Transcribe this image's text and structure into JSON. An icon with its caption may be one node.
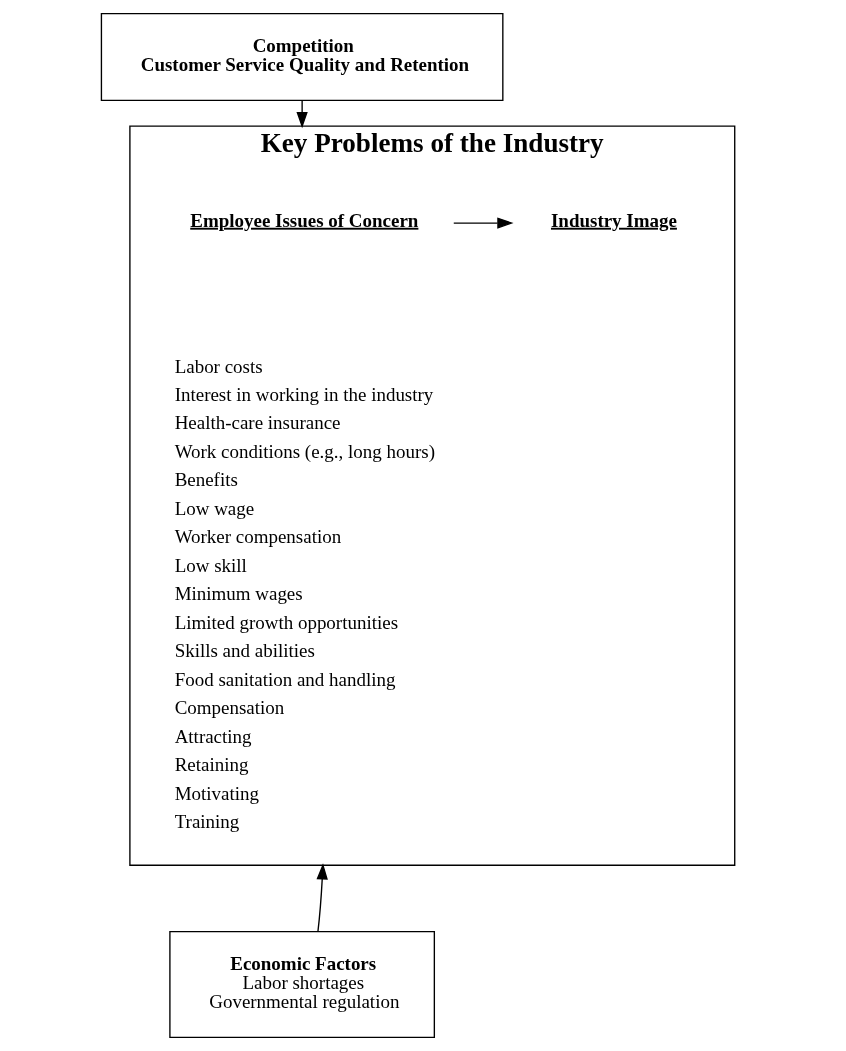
{
  "diagram": {
    "nodes": [
      {
        "text": [
          "Competition",
          "Customer Service Quality and Retention"
        ]
      },
      {
        "text": [
          "Key Problems of the Industry",
          "Labor costs",
          "Interest in working in the industry",
          "Health-care insurance",
          "Work conditions (e.g., long hours)",
          "Benefits",
          "Low wage",
          "Worker compensation",
          "Low skill",
          "Minimum wages",
          "Limited growth opportunities",
          "Skills and abilities",
          "Food sanitation and handling",
          "Compensation",
          "Attracting",
          "Retaining",
          "Motivating",
          "Training"
        ]
      },
      {
        "text": [
          "Employee Issues of Concern"
        ],
        "in": 1
      },
      {
        "text": [
          "Industry Image"
        ],
        "in": 1
      },
      {
        "text": [
          "Economic Factors",
          "Labor shortages",
          "Governmental regulation"
        ]
      }
    ],
    "edges": [
      {
        "from": 0,
        "to": 1,
        "arrow": "to"
      },
      {
        "from": 2,
        "to": 3,
        "arrow": "to"
      },
      {
        "from": 4,
        "to": 1,
        "arrow": "to"
      }
    ]
  }
}
